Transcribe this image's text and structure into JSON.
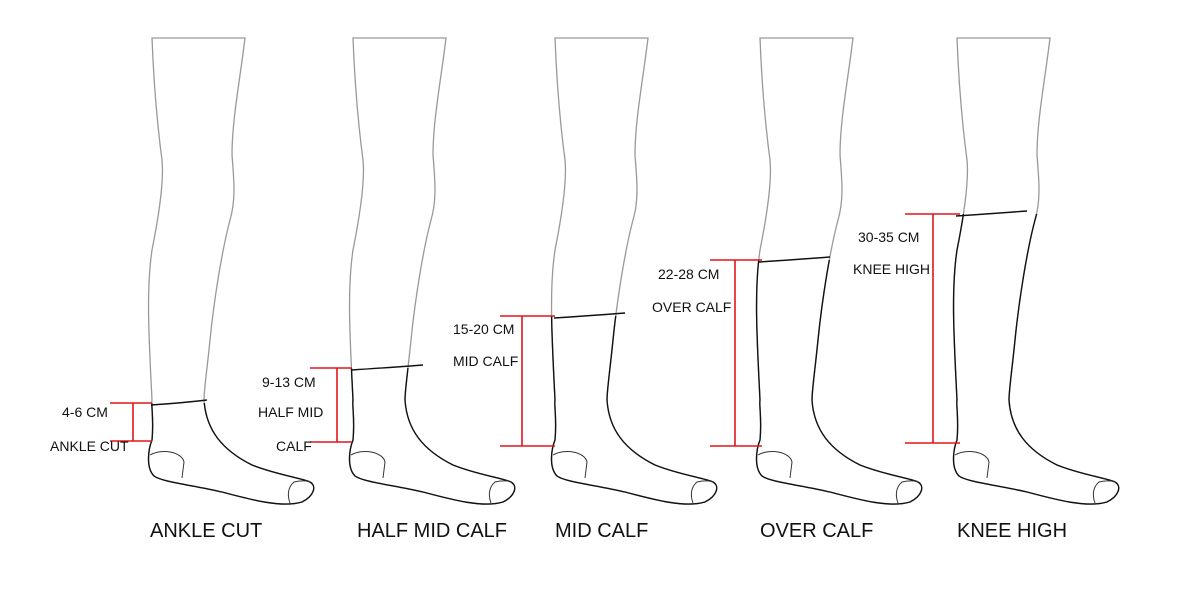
{
  "accent_color": "#e0161b",
  "socks": [
    {
      "title": "ANKLE CUT",
      "range": "4-6 CM",
      "label_lines": [
        "ANKLE CUT"
      ]
    },
    {
      "title": "HALF MID CALF",
      "range": "9-13 CM",
      "label_lines": [
        "HALF MID",
        "CALF"
      ]
    },
    {
      "title": "MID CALF",
      "range": "15-20 CM",
      "label_lines": [
        "MID CALF"
      ]
    },
    {
      "title": "OVER CALF",
      "range": "22-28 CM",
      "label_lines": [
        "OVER CALF"
      ]
    },
    {
      "title": "KNEE HIGH",
      "range": "30-35 CM",
      "label_lines": [
        "KNEE HIGH"
      ]
    }
  ]
}
